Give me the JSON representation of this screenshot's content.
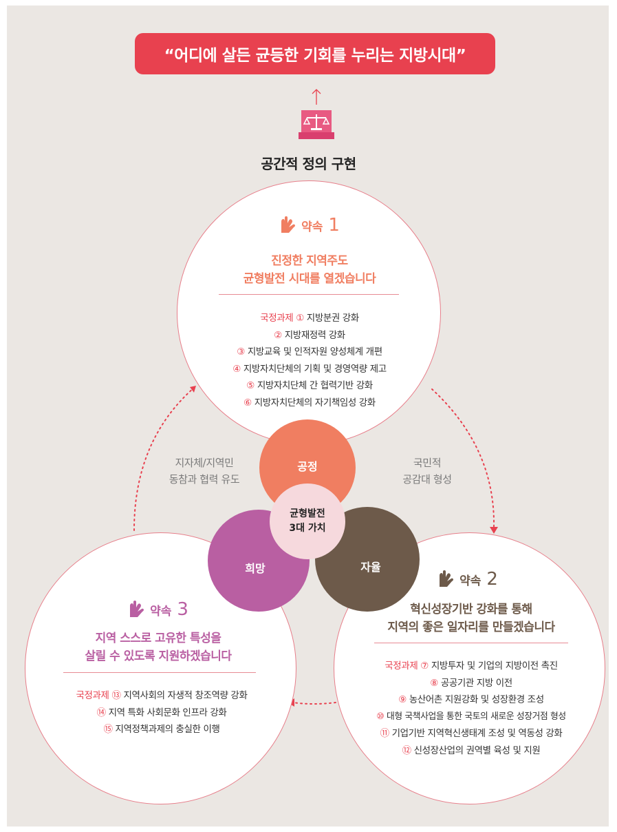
{
  "banner": {
    "text": "“어디에 살든 균등한 기회를 누리는 지방시대”"
  },
  "heading": "공간적 정의 구현",
  "icons": {
    "justice": "scales-of-justice-icon",
    "promise": "hand-promise-icon"
  },
  "colors": {
    "banner": "#e8414f",
    "fairness": "#f07e61",
    "autonomy": "#6d5a4a",
    "hope": "#b95fa2",
    "center": "#f6d9dd",
    "promise1": "#f07e61",
    "promise2": "#6d5a4a",
    "promise3": "#b95fa2",
    "task_accent": "#e8414f"
  },
  "values": {
    "fairness": "공정",
    "autonomy": "자율",
    "hope": "희망",
    "center": [
      "균형발전",
      "3대 가치"
    ]
  },
  "flow_labels": {
    "left": [
      "지자체/지역민",
      "동참과 협력 유도"
    ],
    "right": [
      "국민적",
      "공감대 형성"
    ]
  },
  "promises": [
    {
      "label": "약속",
      "number": "1",
      "title": [
        "진정한 지역주도",
        "균형발전 시대를 열겠습니다"
      ],
      "lead": "국정과제",
      "tasks": [
        {
          "n": "①",
          "text": "지방분권 강화"
        },
        {
          "n": "②",
          "text": "지방재정력 강화"
        },
        {
          "n": "③",
          "text": "지방교육 및 인적자원 양성체계 개편"
        },
        {
          "n": "④",
          "text": "지방자치단체의 기획 및 경영역량 제고"
        },
        {
          "n": "⑤",
          "text": "지방자치단체 간 협력기반 강화"
        },
        {
          "n": "⑥",
          "text": "지방자치단체의 자기책임성 강화"
        }
      ]
    },
    {
      "label": "약속",
      "number": "2",
      "title": [
        "혁신성장기반 강화를 통해",
        "지역의 좋은 일자리를 만들겠습니다"
      ],
      "lead": "국정과제",
      "tasks": [
        {
          "n": "⑦",
          "text": "지방투자 및 기업의 지방이전 촉진"
        },
        {
          "n": "⑧",
          "text": "공공기관 지방 이전"
        },
        {
          "n": "⑨",
          "text": "농산어촌 지원강화 및 성장환경 조성"
        },
        {
          "n": "⑩",
          "text": "대형 국책사업을 통한 국토의 새로운 성장거점 형성"
        },
        {
          "n": "⑪",
          "text": "기업기반 지역혁신생태계 조성 및 역동성 강화"
        },
        {
          "n": "⑫",
          "text": "신성장산업의 권역별 육성 및 지원"
        }
      ]
    },
    {
      "label": "약속",
      "number": "3",
      "title": [
        "지역 스스로 고유한 특성을",
        "살릴 수 있도록 지원하겠습니다"
      ],
      "lead": "국정과제",
      "tasks": [
        {
          "n": "⑬",
          "text": "지역사회의 자생적 창조역량 강화"
        },
        {
          "n": "⑭",
          "text": "지역 특화 사회문화 인프라 강화"
        },
        {
          "n": "⑮",
          "text": "지역정책과제의 충실한 이행"
        }
      ]
    }
  ]
}
